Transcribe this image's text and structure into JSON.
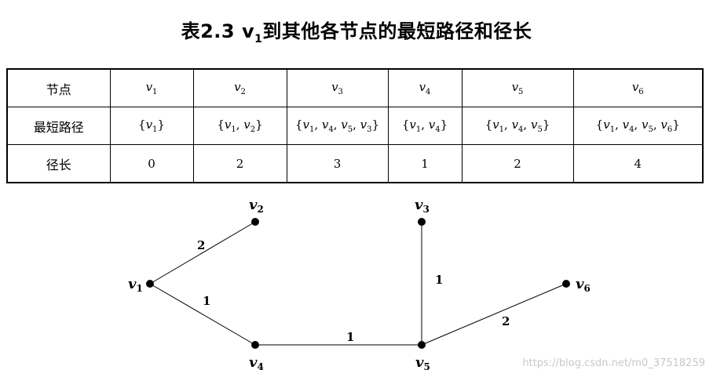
{
  "title": {
    "prefix": "表2.3 v",
    "sub": "1",
    "suffix": "到其他各节点的最短路径和径长"
  },
  "table": {
    "columns": [
      {
        "row_header": "节点",
        "cells": [
          "v1",
          "v2",
          "v3",
          "v4",
          "v5",
          "v6"
        ]
      },
      {
        "row_header": "最短路径",
        "cells": [
          "{v1}",
          "{v1, v2}",
          "{v1, v4, v5, v3}",
          "{v1, v4}",
          "{v1, v4, v5}",
          "{v1, v4, v5, v6}"
        ]
      },
      {
        "row_header": "径长",
        "cells": [
          "0",
          "2",
          "3",
          "1",
          "2",
          "4"
        ]
      }
    ]
  },
  "graph": {
    "nodes": [
      {
        "id": "v1",
        "label": "v",
        "sub": "1"
      },
      {
        "id": "v2",
        "label": "v",
        "sub": "2"
      },
      {
        "id": "v3",
        "label": "v",
        "sub": "3"
      },
      {
        "id": "v4",
        "label": "v",
        "sub": "4"
      },
      {
        "id": "v5",
        "label": "v",
        "sub": "5"
      },
      {
        "id": "v6",
        "label": "v",
        "sub": "6"
      }
    ],
    "edges": [
      {
        "from": "v1",
        "to": "v2",
        "weight": "2"
      },
      {
        "from": "v1",
        "to": "v4",
        "weight": "1"
      },
      {
        "from": "v4",
        "to": "v5",
        "weight": "1"
      },
      {
        "from": "v5",
        "to": "v3",
        "weight": "1"
      },
      {
        "from": "v5",
        "to": "v6",
        "weight": "2"
      }
    ]
  },
  "watermark": "https://blog.csdn.net/m0_37518259"
}
